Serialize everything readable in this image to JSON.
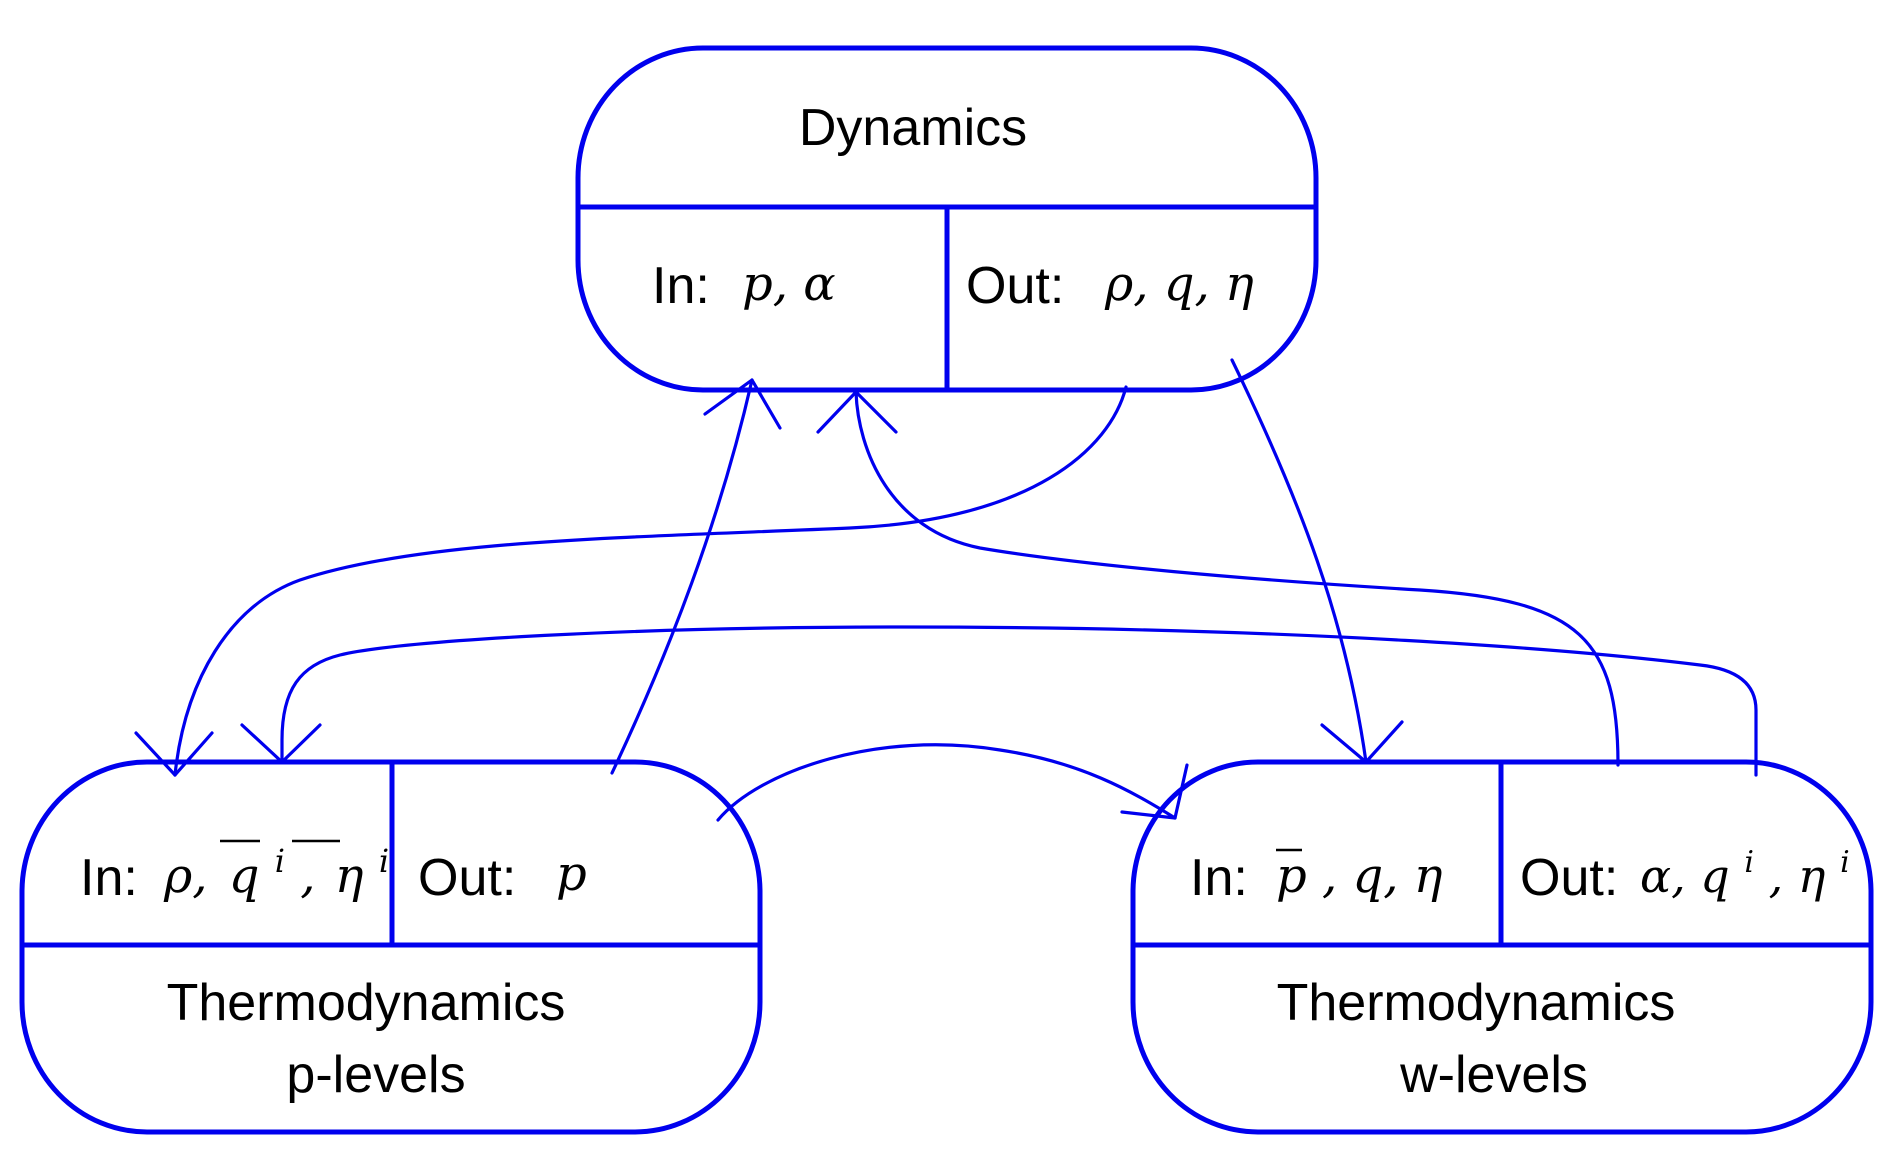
{
  "colors": {
    "stroke": "#0000ee",
    "text": "#000000",
    "background": "#ffffff"
  },
  "dynamics": {
    "title": "Dynamics",
    "in_label": "In:",
    "in_vars": "p, α",
    "out_label": "Out:",
    "out_vars": "ρ, q, η"
  },
  "thermo_p": {
    "title_line1": "Thermodynamics",
    "title_line2": "p-levels",
    "in_label": "In:",
    "in_var1": "ρ,",
    "in_var2_base": "q",
    "in_var2_sup": "i",
    "in_comma": ",",
    "in_var3_base": "η",
    "in_var3_sup": "i",
    "out_label": "Out:",
    "out_vars": "p"
  },
  "thermo_w": {
    "title_line1": "Thermodynamics",
    "title_line2": "w-levels",
    "in_label": "In:",
    "in_var1": "p",
    "in_vars_rest": ", q, η",
    "out_label": "Out:",
    "out_var1": "α, q",
    "out_sup1": "i",
    "out_var2": ", η",
    "out_sup2": "i"
  }
}
